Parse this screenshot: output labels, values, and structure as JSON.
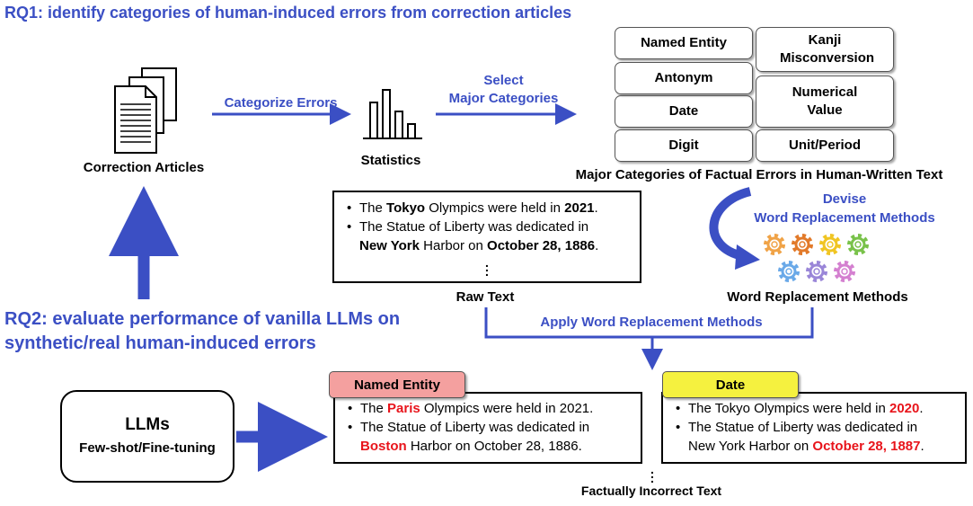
{
  "rq1": "RQ1: identify categories of human-induced errors from correction articles",
  "rq2_line1": "RQ2: evaluate performance of vanilla LLMs on",
  "rq2_line2": "synthetic/real human-induced errors",
  "correction_articles": "Correction Articles",
  "categorize_errors": "Categorize Errors",
  "statistics": "Statistics",
  "select_line1": "Select",
  "select_line2": "Major Categories",
  "categories": [
    {
      "label": "Named Entity",
      "color": "#f4a09f"
    },
    {
      "label": "Kanji Misconversion",
      "color": "#9fc6f4"
    },
    {
      "label": "Antonym",
      "color": "#f7bb7e"
    },
    {
      "label": "Numerical Value",
      "color": "#b9b3f1"
    },
    {
      "label": "Date",
      "color": "#f5f13f"
    },
    {
      "label": "Digit",
      "color": "#a9e07f"
    },
    {
      "label": "Unit/Period",
      "color": "#f4bdf2"
    }
  ],
  "major_categories_caption": "Major Categories of Factual Errors in Human-Written Text",
  "devise_line1": "Devise",
  "devise_line2": "Word Replacement Methods",
  "word_replacement_methods": "Word Replacement Methods",
  "raw_text": {
    "s1_a": "The ",
    "s1_b": "Tokyo",
    "s1_c": " Olympics were held in ",
    "s1_d": "2021",
    "s1_e": ".",
    "s2_a": "The Statue of Liberty was dedicated in",
    "s2_b": "New York",
    "s2_c": " Harbor on ",
    "s2_d": "October 28, 1886",
    "s2_e": "."
  },
  "raw_text_label": "Raw Text",
  "apply_methods": "Apply Word Replacement Methods",
  "llms": "LLMs",
  "llms_sub": "Few-shot/Fine-tuning",
  "named_entity_tag": "Named Entity",
  "named_entity_tag_color": "#f4a09f",
  "ne_text": {
    "s1_a": "The ",
    "s1_b": "Paris",
    "s1_c": " Olympics were held in 2021.",
    "s2_a": "The Statue of Liberty was dedicated in",
    "s2_b": "Boston",
    "s2_c": " Harbor on October 28, 1886."
  },
  "date_tag": "Date",
  "date_tag_color": "#f5f13f",
  "date_text": {
    "s1_a": "The Tokyo Olympics were held in ",
    "s1_b": "2020",
    "s1_c": ".",
    "s2_a": "The Statue of Liberty was dedicated in",
    "s2_b": "New York Harbor on ",
    "s2_c": "October 28, 1887",
    "s2_d": "."
  },
  "factually_incorrect": "Factually Incorrect Text"
}
